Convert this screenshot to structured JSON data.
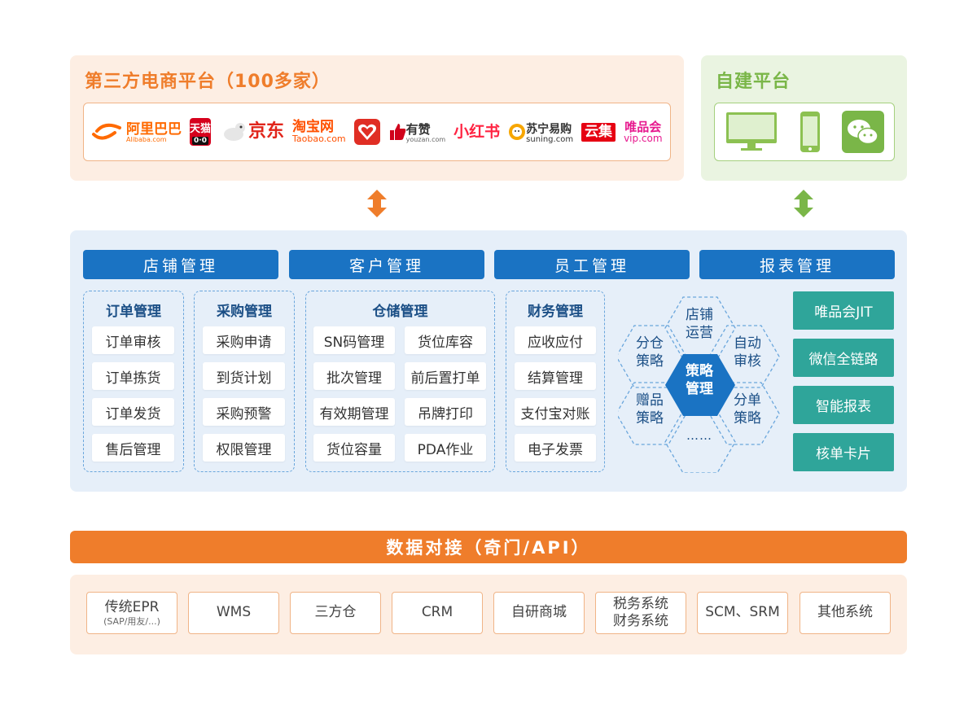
{
  "third_party": {
    "title": "第三方电商平台（100多家）",
    "logos": {
      "alibaba": {
        "cn": "阿里巴巴",
        "en": "Alibaba.com"
      },
      "tmall": {
        "cn": "天猫",
        "eyes": "0·0"
      },
      "jd": {
        "cn": "京东"
      },
      "taobao": {
        "cn": "淘宝网",
        "en": "Taobao.com"
      },
      "pinduoduo": {},
      "youzan": {
        "cn": "有赞",
        "en": "youzan.com"
      },
      "xiaohongshu": {
        "cn": "小红书"
      },
      "suning": {
        "cn": "苏宁易购",
        "en": "suning.com"
      },
      "yunji": {
        "cn": "云集"
      },
      "vip": {
        "cn": "唯品会",
        "en": "vip.com"
      }
    }
  },
  "self_built": {
    "title": "自建平台",
    "devices": [
      "monitor-icon",
      "phone-icon",
      "wechat-icon"
    ]
  },
  "colors": {
    "orange": "#ef7d2b",
    "green": "#7ab648",
    "blue": "#1a73c3",
    "teal": "#2fa59a",
    "hex_blue": "#1a73c3"
  },
  "main": {
    "headers": [
      "店铺管理",
      "客户管理",
      "员工管理",
      "报表管理"
    ],
    "groups": {
      "order": {
        "title": "订单管理",
        "items": [
          "订单审核",
          "订单拣货",
          "订单发货",
          "售后管理"
        ]
      },
      "purchase": {
        "title": "采购管理",
        "items": [
          "采购申请",
          "到货计划",
          "采购预警",
          "权限管理"
        ]
      },
      "warehouse": {
        "title": "仓储管理",
        "items": [
          "SN码管理",
          "货位库容",
          "批次管理",
          "前后置打单",
          "有效期管理",
          "吊牌打印",
          "货位容量",
          "PDA作业"
        ]
      },
      "finance": {
        "title": "财务管理",
        "items": [
          "应收应付",
          "结算管理",
          "支付宝对账",
          "电子发票"
        ]
      }
    },
    "strategy": {
      "center": [
        "策略",
        "管理"
      ],
      "top": [
        "店铺",
        "运营"
      ],
      "top_left": [
        "分仓",
        "策略"
      ],
      "top_right": [
        "自动",
        "审核"
      ],
      "bottom_left": [
        "赠品",
        "策略"
      ],
      "bottom_right": [
        "分单",
        "策略"
      ],
      "bottom": "……"
    },
    "right_boxes": [
      "唯品会JIT",
      "微信全链路",
      "智能报表",
      "核单卡片"
    ]
  },
  "api_bar": "数据对接（奇门/API）",
  "systems": [
    {
      "label": "传统EPR",
      "sub": "(SAP/用友/...)"
    },
    {
      "label": "WMS"
    },
    {
      "label": "三方仓"
    },
    {
      "label": "CRM"
    },
    {
      "label": "自研商城"
    },
    {
      "label": "税务系统",
      "line2": "财务系统"
    },
    {
      "label": "SCM、SRM"
    },
    {
      "label": "其他系统"
    }
  ]
}
